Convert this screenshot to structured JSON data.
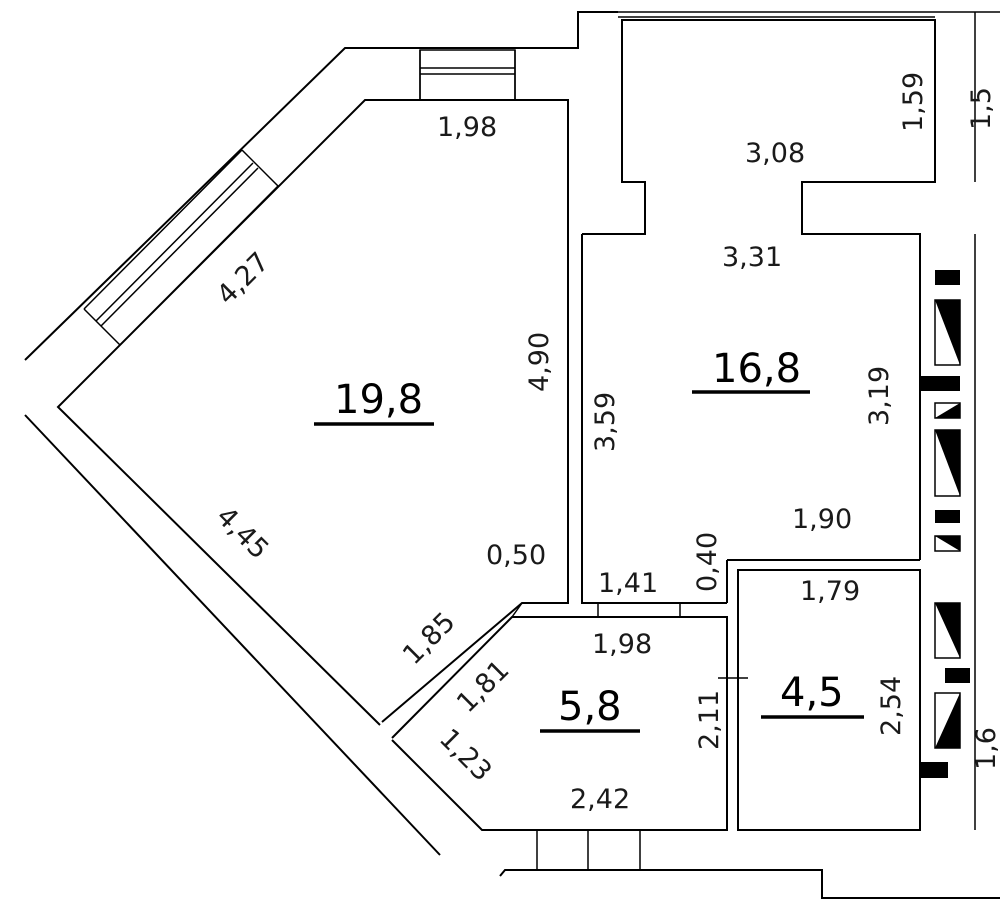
{
  "rooms": [
    {
      "id": "living-room",
      "area": "19,8"
    },
    {
      "id": "bedroom",
      "area": "16,8"
    },
    {
      "id": "hall",
      "area": "5,8"
    },
    {
      "id": "bathroom",
      "area": "4,5"
    }
  ],
  "dimensions": {
    "d_1_98_top": "1,98",
    "d_4_27": "4,27",
    "d_4_90": "4,90",
    "d_4_45": "4,45",
    "d_0_50": "0,50",
    "d_1_85": "1,85",
    "d_1_81": "1,81",
    "d_1_23": "1,23",
    "d_3_08": "3,08",
    "d_1_59": "1,59",
    "d_1_5_cut": "1,5",
    "d_3_31": "3,31",
    "d_3_59": "3,59",
    "d_3_19": "3,19",
    "d_1_90": "1,90",
    "d_0_40": "0,40",
    "d_1_41": "1,41",
    "d_1_98_hall": "1,98",
    "d_2_11": "2,11",
    "d_2_42": "2,42",
    "d_1_79": "1,79",
    "d_2_54": "2,54",
    "d_1_6_cut": "1,6"
  }
}
